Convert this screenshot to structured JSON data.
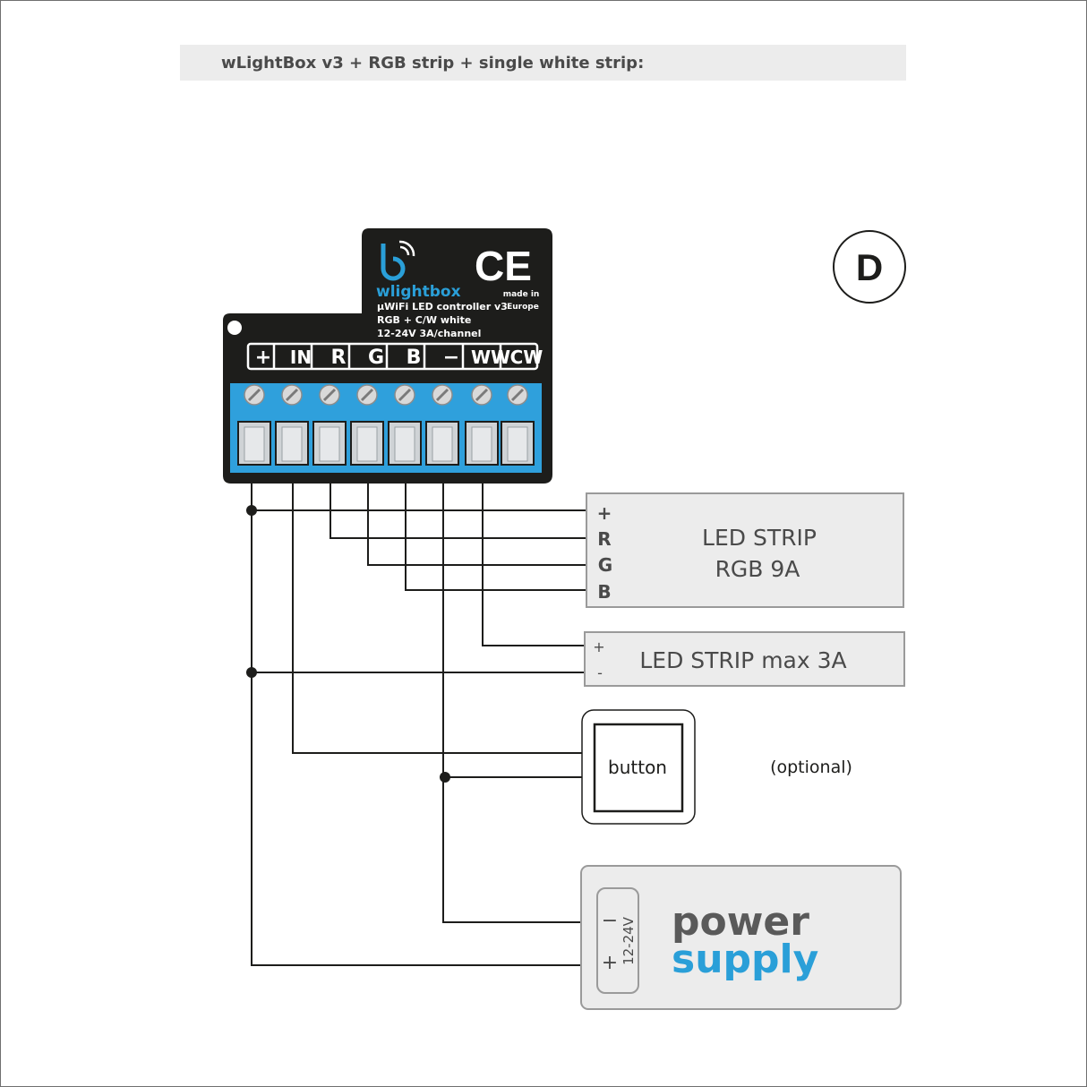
{
  "header": {
    "title": "wLightBox v3 + RGB strip + single white strip:"
  },
  "variant_badge": "D",
  "device": {
    "brand": "wlightbox",
    "model": "µWiFi LED controller v3",
    "type": "RGB + C/W white",
    "rating": "12-24V  3A/channel",
    "ce_mark": "CE",
    "made_in_line1": "made in",
    "made_in_line2": "Europe",
    "terminals": [
      "+",
      "IN",
      "R",
      "G",
      "B",
      "−",
      "WW",
      "CW"
    ]
  },
  "led_strip_rgb": {
    "line1": "LED STRIP",
    "line2": "RGB 9A",
    "pins": [
      "+",
      "R",
      "G",
      "B"
    ]
  },
  "led_strip_white": {
    "label": "LED STRIP max 3A",
    "pins": [
      "+",
      "-"
    ]
  },
  "button": {
    "label": "button",
    "note": "(optional)"
  },
  "power_supply": {
    "word1": "power",
    "word2": "supply",
    "voltage": "12-24V",
    "minus": "−",
    "plus": "+"
  },
  "colors": {
    "device_body": "#1d1d1b",
    "terminal_blue": "#2fa0dc",
    "brand_blue": "#2a9fd8",
    "box_fill": "#ececec",
    "box_stroke": "#9a9a9a",
    "wire": "#1d1d1b"
  }
}
